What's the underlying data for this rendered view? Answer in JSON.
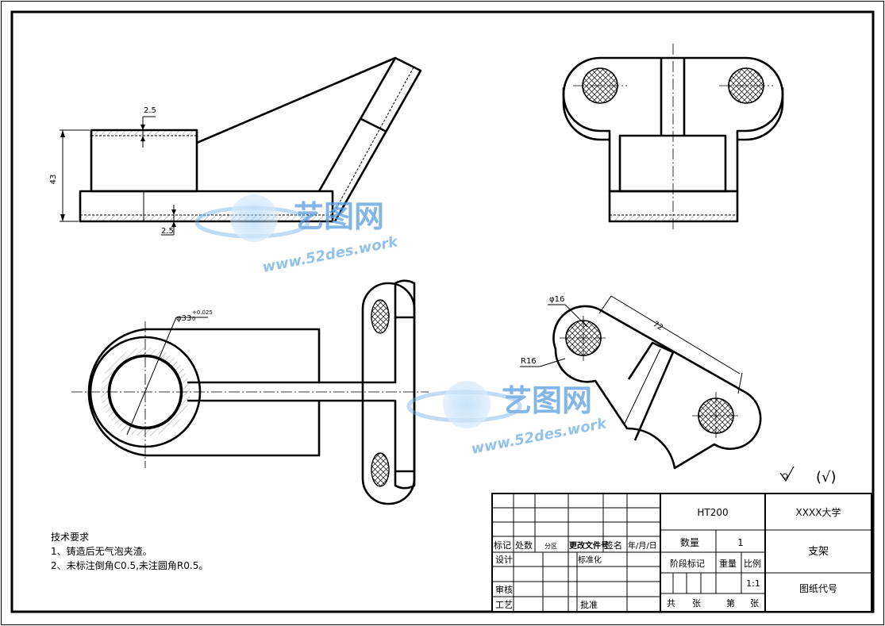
{
  "drawing": {
    "dimensions": {
      "wall_top": "2.5",
      "wall_bottom": "2.5",
      "height": "43",
      "bore_dia": "φ33",
      "bore_tol_upper": "+0.025",
      "bore_tol_lower": "0",
      "hole_dia": "φ16",
      "radius": "R16",
      "center_dist": "72"
    },
    "surface_finish": "(√)",
    "watermark": {
      "brand": "艺图网",
      "url": "www.52des.work"
    }
  },
  "notes": {
    "title": "技术要求",
    "lines": [
      "1、铸造后无气泡夹渣。",
      "2、未标注倒角C0.5,未注圆角R0.5。"
    ]
  },
  "title_block": {
    "material": "HT200",
    "school": "XXXX大学",
    "part_name": "支架",
    "drawing_no_label": "图纸代号",
    "quantity_label": "数量",
    "quantity_value": "1",
    "stage_label": "阶段标记",
    "weight_label": "重量",
    "scale_label": "比例",
    "scale_value": "1:1",
    "total_sheets": "共",
    "sheet_unit1": "张",
    "sheet_no": "第",
    "sheet_unit2": "张",
    "rev_headers": [
      "标记",
      "处数",
      "分区",
      "更改文件号",
      "签名",
      "年/月/日"
    ],
    "design": "设计",
    "standard": "标准化",
    "review": "审核",
    "process": "工艺",
    "approve": "批准"
  }
}
